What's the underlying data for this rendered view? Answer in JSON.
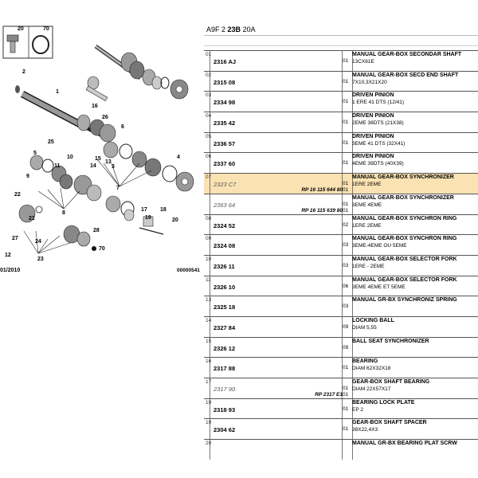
{
  "header": {
    "prefix": "A9F 2",
    "group": "23B",
    "suffix": "20A"
  },
  "thumb": {
    "items": [
      {
        "num": "20"
      },
      {
        "num": "70"
      }
    ]
  },
  "diagram": {
    "date_label": "01/2010",
    "ref_label": "00000541",
    "callouts": [
      {
        "num": "2"
      },
      {
        "num": "1"
      },
      {
        "num": "16"
      },
      {
        "num": "26"
      },
      {
        "num": "6"
      },
      {
        "num": "25"
      },
      {
        "num": "5"
      },
      {
        "num": "10"
      },
      {
        "num": "11"
      },
      {
        "num": "14"
      },
      {
        "num": "15"
      },
      {
        "num": "13"
      },
      {
        "num": "3"
      },
      {
        "num": "7"
      },
      {
        "num": "9"
      },
      {
        "num": "4"
      },
      {
        "num": "22"
      },
      {
        "num": "8"
      },
      {
        "num": "17"
      },
      {
        "num": "19"
      },
      {
        "num": "18"
      },
      {
        "num": "20"
      },
      {
        "num": "21"
      },
      {
        "num": "27"
      },
      {
        "num": "24"
      },
      {
        "num": "28"
      },
      {
        "num": "12"
      },
      {
        "num": "23"
      },
      {
        "num": "70"
      }
    ]
  },
  "parts": [
    {
      "idx": "01",
      "code": "2316 AJ",
      "qty": "01",
      "name": "MANUAL GEAR-BOX SECONDAR SHAFT",
      "spec": "13CX61E"
    },
    {
      "idx": "02",
      "code": "2315 08",
      "qty": "01",
      "name": "MANUAL GEAR-BOX SECD END SHAFT",
      "spec": "7X10,3X21X20"
    },
    {
      "idx": "03",
      "code": "2334 98",
      "qty": "01",
      "name": "DRIVEN PINION",
      "spec": "1 ERE 41 DTS (12/41)"
    },
    {
      "idx": "04",
      "code": "2335 42",
      "qty": "01",
      "name": "DRIVEN PINION",
      "spec": "2EME 38DTS (21X38)"
    },
    {
      "idx": "05",
      "code": "2336 57",
      "qty": "01",
      "name": "DRIVEN PINION",
      "spec": "3EME 41 DTS (32X41)"
    },
    {
      "idx": "06",
      "code": "2337 60",
      "qty": "01",
      "name": "DRIVEN PINION",
      "spec": "4EME 39DTS (40X39)"
    },
    {
      "idx": "07",
      "code": "2323 C7",
      "code_italic": true,
      "ref": "RP 16 115 644 80",
      "qty": "01",
      "qty2": "01",
      "name": "MANUAL GEAR-BOX SYNCHRONIZER",
      "spec": "1ERE 2EME",
      "highlight": true
    },
    {
      "idx": "",
      "code": "2363 64",
      "code_italic": true,
      "ref": "RP 16 115 639 80",
      "qty": "01",
      "qty2": "01",
      "name": "MANUAL GEAR-BOX SYNCHRONIZER",
      "spec": "3EME 4EME"
    },
    {
      "idx": "08",
      "code": "2324 52",
      "qty": "02",
      "name": "MANUAL GEAR-BOX SYNCHRON RING",
      "spec": "1ERE 2EME"
    },
    {
      "idx": "09",
      "code": "2324 08",
      "qty": "03",
      "name": "MANUAL GEAR-BOX SYNCHRON RING",
      "spec": "3EME-4EME OU 5EME"
    },
    {
      "idx": "10",
      "code": "2326 11",
      "qty": "03",
      "name": "MANUAL GEAR-BOX SELECTOR FORK",
      "spec": "1ERE - 2EME"
    },
    {
      "idx": "11",
      "code": "2326 10",
      "qty": "06",
      "name": "MANUAL GEAR-BOX SELECTOR FORK",
      "spec": "3EME 4EME ET 5EME"
    },
    {
      "idx": "13",
      "code": "2325 18",
      "qty": "03",
      "name": "MANUAL GR-BX SYNCHRONIZ SPRING",
      "spec": ""
    },
    {
      "idx": "14",
      "code": "2327 84",
      "qty": "09",
      "name": "LOCKING BALL",
      "spec": "DIAM 5,55"
    },
    {
      "idx": "15",
      "code": "2326 12",
      "qty": "09",
      "name": "BALL SEAT SYNCHRONIZER",
      "spec": ""
    },
    {
      "idx": "16",
      "code": "2317 88",
      "qty": "01",
      "name": "BEARING",
      "spec": "DIAM 62X32X18"
    },
    {
      "idx": "17",
      "code": "2317 90",
      "code_italic": true,
      "ref": "RP 2317 E1",
      "qty": "01",
      "qty2": "01",
      "name": "GEAR-BOX SHAFT BEARING",
      "spec": "DIAM 22X57X17"
    },
    {
      "idx": "19",
      "code": "2318 93",
      "qty": "01",
      "name": "BEARING LOCK PLATE",
      "spec": "EP 2"
    },
    {
      "idx": "19",
      "code": "2304 62",
      "qty": "01",
      "name": "GEAR-BOX SHAFT SPACER",
      "spec": "38X22,4X3"
    },
    {
      "idx": "20",
      "code": "",
      "qty": "",
      "name": "MANUAL GR-BX BEARING PLAT SCRW",
      "spec": ""
    }
  ]
}
